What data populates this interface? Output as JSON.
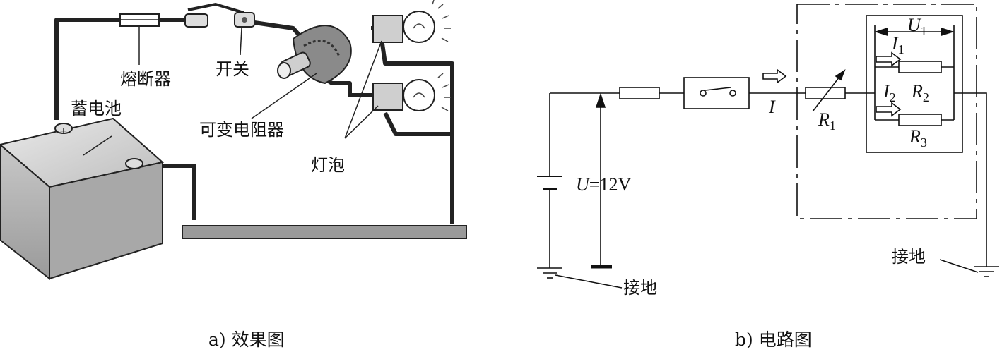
{
  "left": {
    "labels": {
      "fuse": "熔断器",
      "switch": "开关",
      "battery": "蓄电池",
      "rheostat": "可变电阻器",
      "bulbs": "灯泡"
    },
    "caption": "a) 效果图"
  },
  "right": {
    "labels": {
      "voltage_sym": "U",
      "voltage_val": "=12V",
      "current": "I",
      "r1": "R",
      "r1_sub": "1",
      "u1": "U",
      "u1_sub": "1",
      "i1": "I",
      "i1_sub": "1",
      "i2": "I",
      "i2_sub": "2",
      "r2": "R",
      "r2_sub": "2",
      "r3": "R",
      "r3_sub": "3",
      "ground_left": "接地",
      "ground_right": "接地"
    },
    "caption": "b) 电路图"
  }
}
